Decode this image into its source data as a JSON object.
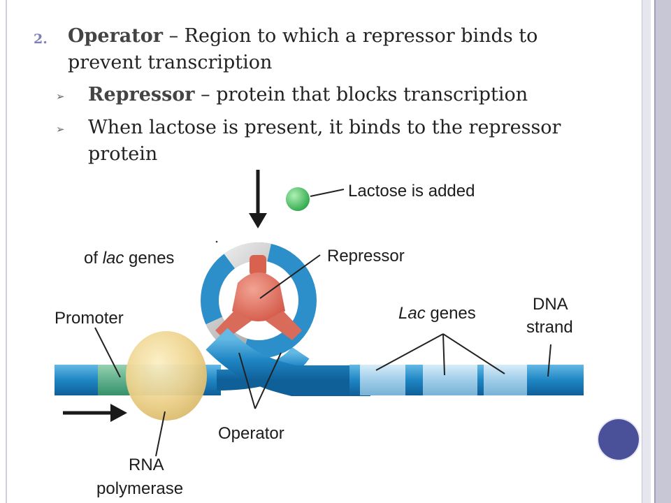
{
  "item": {
    "number": "2.",
    "term": "Operator",
    "rest": " – Region to which a repressor binds to prevent transcription"
  },
  "subitems": [
    {
      "term": "Repressor",
      "rest": " – protein that blocks transcription"
    },
    {
      "term": "",
      "rest": "When lactose is present, it binds to the repressor protein"
    }
  ],
  "diagram": {
    "lactose_label": "Lactose is added",
    "of_lac_label": "of lac genes",
    "repressor_label": "Repressor",
    "promoter_label": "Promoter",
    "lac_genes_label": "Lac genes",
    "dna_label_1": "DNA",
    "dna_label_2": "strand",
    "operator_label": "Operator",
    "rna_label_1": "RNA",
    "rna_label_2": "polymerase"
  }
}
